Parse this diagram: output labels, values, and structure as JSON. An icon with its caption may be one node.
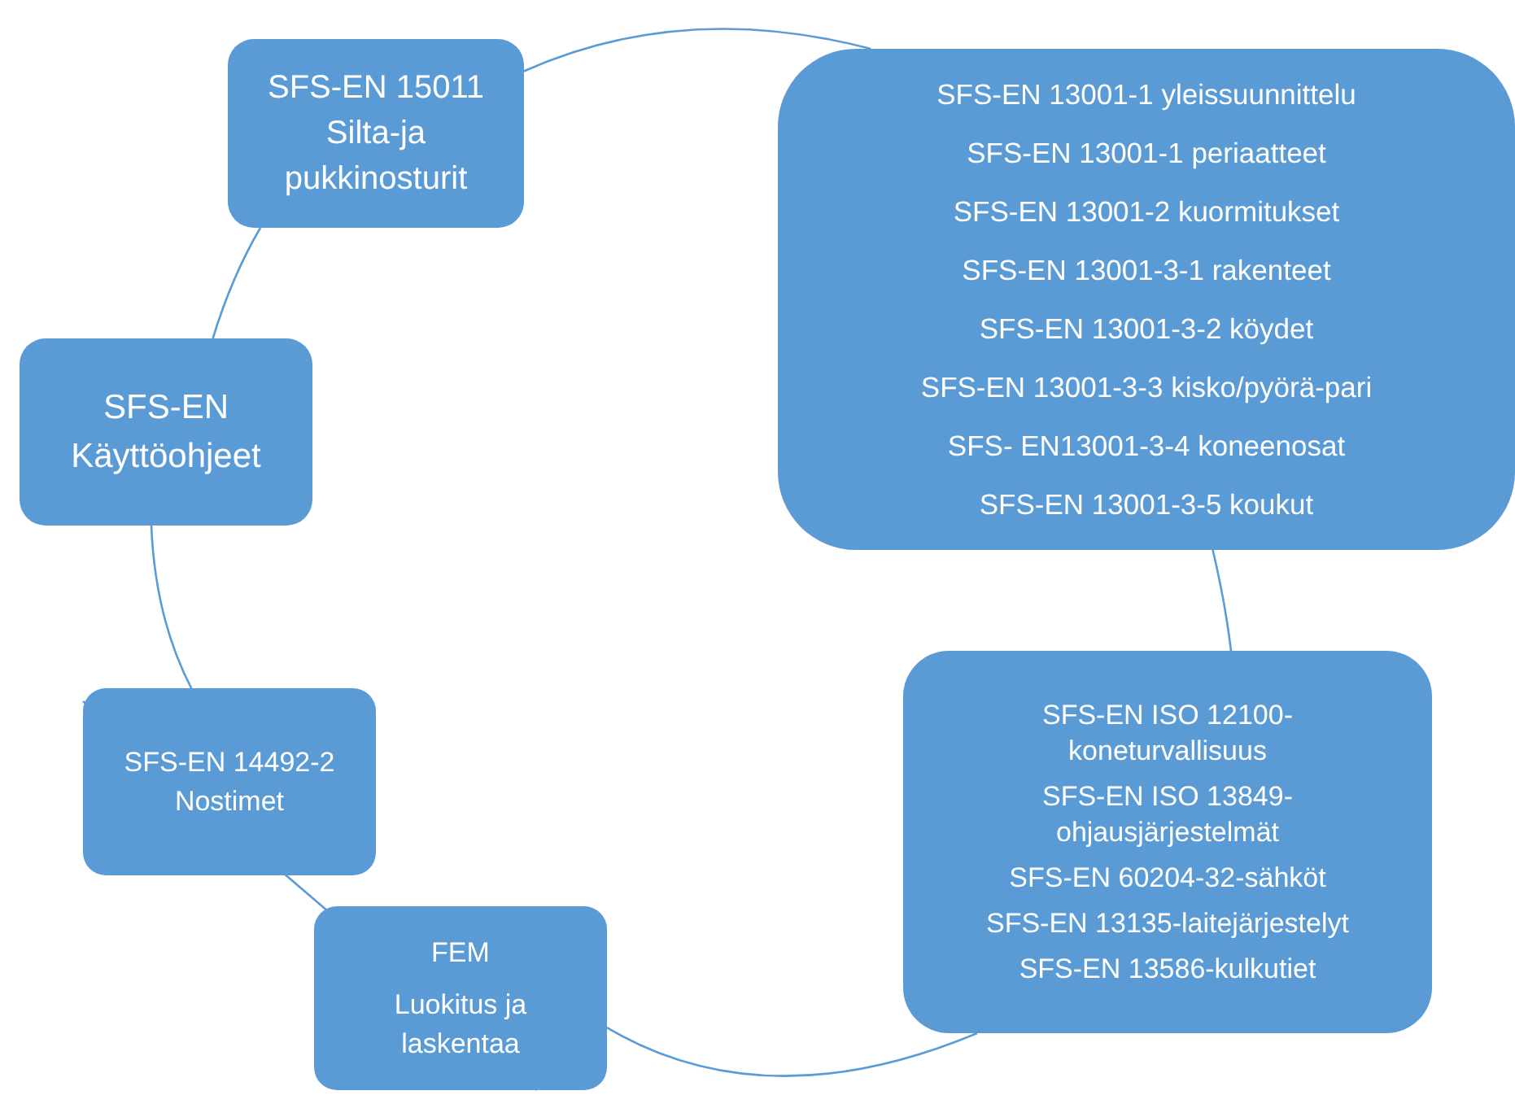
{
  "diagram": {
    "nodes": [
      {
        "text": [
          "SFS-EN 15011 Silta-ja pukkinosturit"
        ]
      },
      {
        "text": [
          "SFS-EN 13001-1 yleissuunnittelu",
          "SFS-EN 13001-1 periaatteet",
          "SFS-EN 13001-2 kuormitukset",
          "SFS-EN 13001-3-1 rakenteet",
          "SFS-EN 13001-3-2 köydet",
          "SFS-EN 13001-3-3 kisko/pyörä-pari",
          "SFS- EN13001-3-4 koneenosat",
          "SFS-EN 13001-3-5 koukut"
        ]
      },
      {
        "text": [
          "SFS-EN ISO 12100- koneturvallisuus",
          "SFS-EN ISO 13849- ohjausjärjestelmät",
          "SFS-EN 60204-32-sähköt",
          "SFS-EN 13135-laitejärjestelyt",
          "SFS-EN 13586-kulkutiet"
        ]
      },
      {
        "text": [
          "FEM",
          "Luokitus ja laskentaa"
        ]
      },
      {
        "text": [
          "SFS-EN 14492-2 Nostimet"
        ]
      },
      {
        "text": [
          "SFS-EN Käyttöohjeet"
        ]
      }
    ],
    "edges": [
      {
        "from": 0,
        "to": 1,
        "arrow": "none"
      },
      {
        "from": 1,
        "to": 2,
        "arrow": "none"
      },
      {
        "from": 2,
        "to": 3,
        "arrow": "none"
      },
      {
        "from": 3,
        "to": 4,
        "arrow": "none"
      },
      {
        "from": 4,
        "to": 5,
        "arrow": "none"
      },
      {
        "from": 5,
        "to": 0,
        "arrow": "none"
      }
    ]
  }
}
